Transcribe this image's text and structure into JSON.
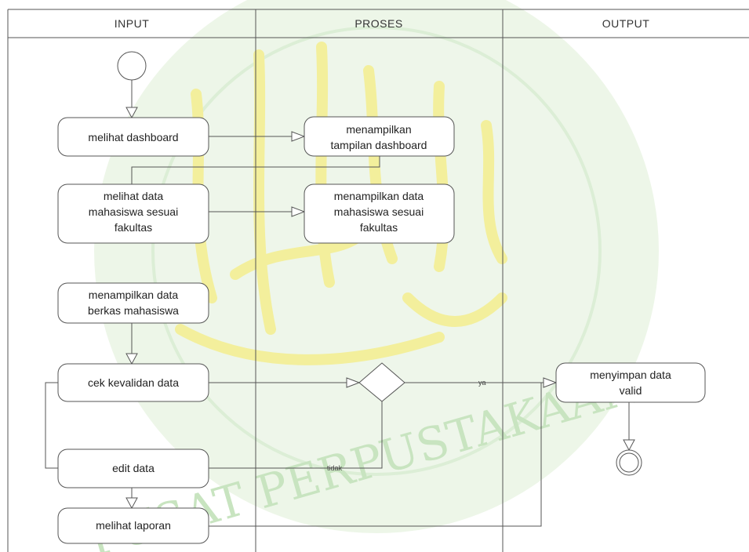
{
  "lanes": [
    "INPUT",
    "PROSES",
    "OUTPUT"
  ],
  "nodes": {
    "melihat_dashboard": "melihat dashboard",
    "menampilkan_tampilan_dashboard": [
      "menampilkan",
      "tampilan dashboard"
    ],
    "melihat_data_mahasiswa": [
      "melihat data",
      "mahasiswa sesuai",
      "fakultas"
    ],
    "menampilkan_data_mahasiswa": [
      "menampilkan data",
      "mahasiswa sesuai",
      "fakultas"
    ],
    "menampilkan_data_berkas": [
      "menampilkan data",
      "berkas mahasiswa"
    ],
    "cek_kevalidan_data": "cek kevalidan data",
    "edit_data": "edit data",
    "melihat_laporan": "melihat laporan",
    "menyimpan_data_valid": [
      "menyimpan data",
      "valid"
    ]
  },
  "edge_labels": {
    "ya": "ya",
    "tidak": "tidak"
  },
  "watermark": {
    "text_bottom": "PUSAT PERPUSTAKAAN",
    "colors": {
      "ring": "#dceed6",
      "calligraphy": "#f3ef9c",
      "text": "#c8e4c0"
    }
  },
  "colors": {
    "background": "#ffffff",
    "line": "#555555",
    "watermark_green": "#e3f0dc",
    "watermark_yellow": "#f4efa0"
  }
}
